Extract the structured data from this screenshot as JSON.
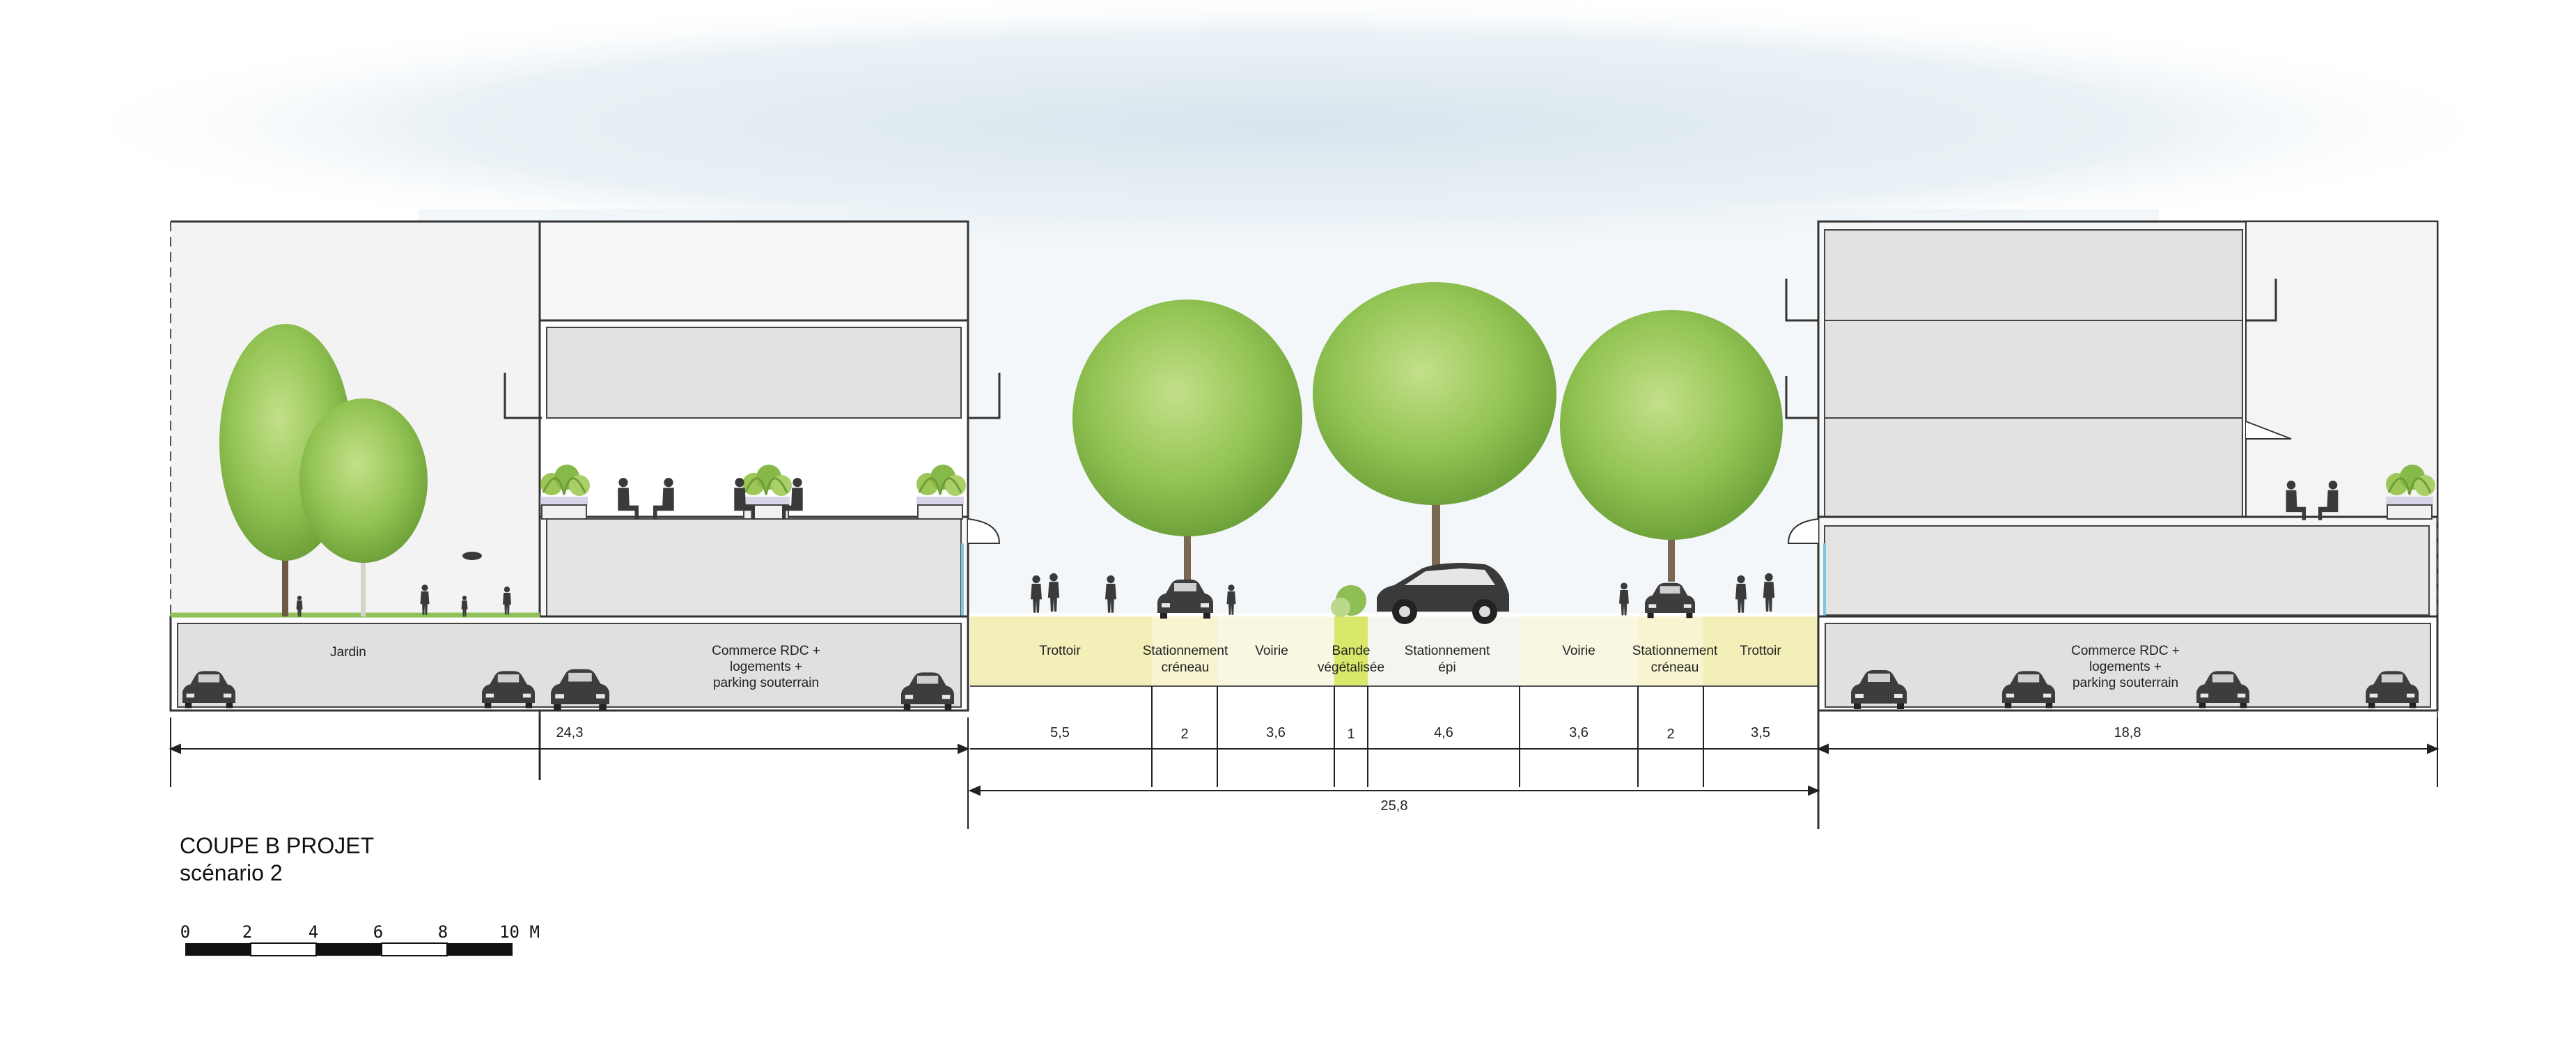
{
  "title": "COUPE B PROJET",
  "subtitle": "scénario 2",
  "left_block": {
    "garden_label": "Jardin",
    "commerce_label": [
      "Commerce RDC +",
      "logements +",
      "parking souterrain"
    ]
  },
  "right_block": {
    "commerce_label": [
      "Commerce RDC +",
      "logements +",
      "parking souterrain"
    ]
  },
  "street_bands": [
    {
      "name": "Trottoir",
      "lines": [
        "Trottoir"
      ],
      "width": "5,5"
    },
    {
      "name": "Stationnement créneau",
      "lines": [
        "Stationnement",
        "créneau"
      ],
      "width": "2"
    },
    {
      "name": "Voirie",
      "lines": [
        "Voirie"
      ],
      "width": "3,6"
    },
    {
      "name": "Bande végétalisée",
      "lines": [
        "Bande",
        "végétalisée"
      ],
      "width": "1"
    },
    {
      "name": "Stationnement épi",
      "lines": [
        "Stationnement",
        "épi"
      ],
      "width": "4,6"
    },
    {
      "name": "Voirie",
      "lines": [
        "Voirie"
      ],
      "width": "3,6"
    },
    {
      "name": "Stationnement créneau",
      "lines": [
        "Stationnement",
        "créneau"
      ],
      "width": "2"
    },
    {
      "name": "Trottoir",
      "lines": [
        "Trottoir"
      ],
      "width": "3,5"
    }
  ],
  "dimensions": {
    "left_total": "24,3",
    "street_total": "25,8",
    "right_total": "18,8"
  },
  "scale_bar": {
    "ticks": [
      "0",
      "2",
      "4",
      "6",
      "8"
    ],
    "end_label": "10 M"
  },
  "colors": {
    "sidewalk": "#f3efb9",
    "green_strip": "#d9e86a",
    "building_grey": "#e3e3e3",
    "building_light": "#f4f4f4",
    "sky": "#cfdfe8",
    "tree_green": "#8cc04c",
    "silhouette": "#3a3a3a"
  }
}
